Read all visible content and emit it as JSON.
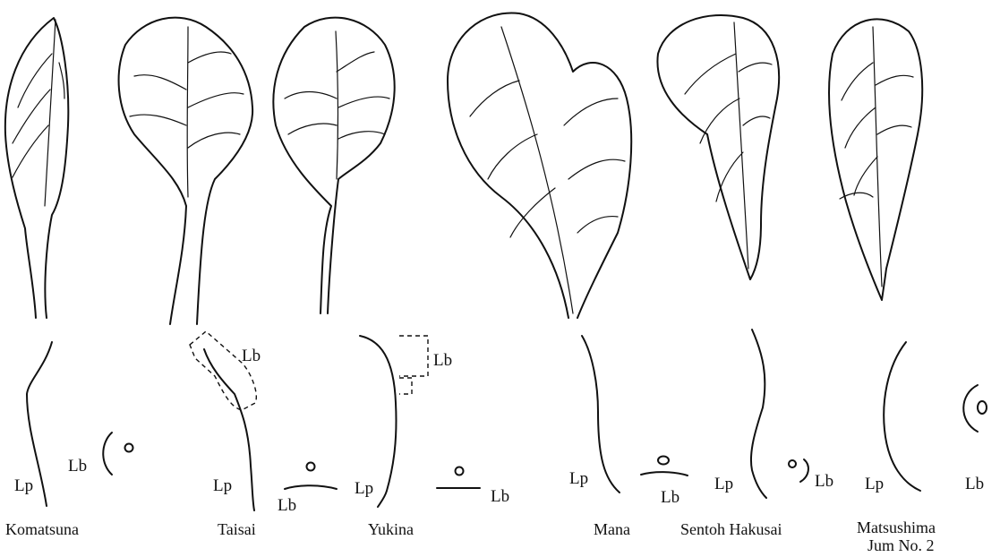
{
  "specimens": [
    {
      "name": "Komatsuna",
      "petiole_label": "Lp",
      "blade_label": "Lb"
    },
    {
      "name": "Taisai",
      "petiole_label": "Lp",
      "blade_label": "Lb",
      "blade_label_2": "Lb"
    },
    {
      "name": "Yukina",
      "petiole_label": "Lp",
      "blade_label": "Lb",
      "blade_label_2": "Lb"
    },
    {
      "name": "Mana",
      "petiole_label": "Lp",
      "blade_label": "Lb"
    },
    {
      "name": "Sentoh Hakusai",
      "petiole_label": "Lp",
      "blade_label": "Lb"
    },
    {
      "name": "Matsushima",
      "name_line2": "Jum No. 2",
      "petiole_label": "Lp",
      "blade_label": "Lb"
    }
  ]
}
